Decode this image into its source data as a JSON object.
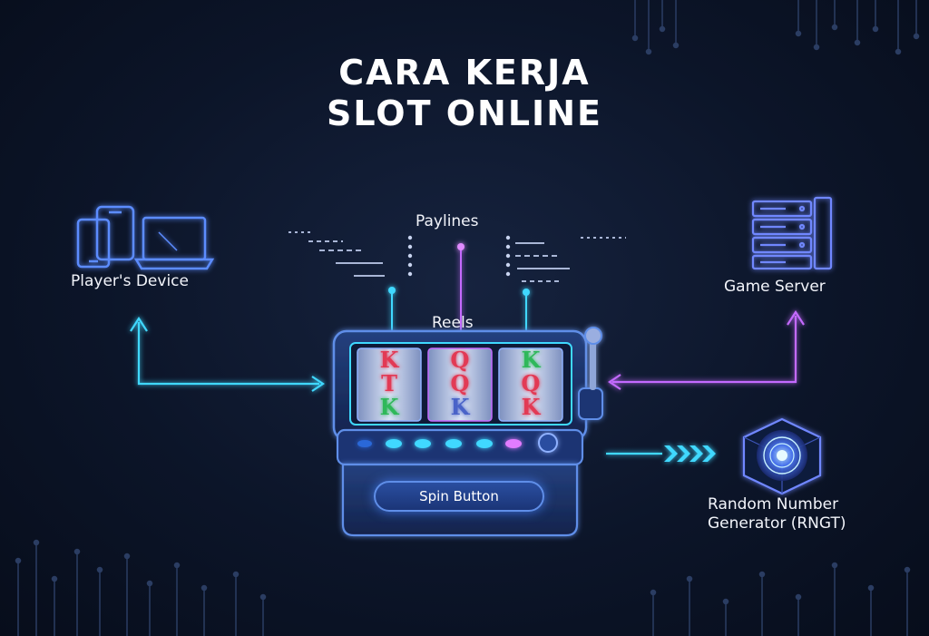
{
  "title": {
    "line1": "CARA KERJA",
    "line2": "SLOT ONLINE"
  },
  "labels": {
    "paylines": "Paylines",
    "reels": "Reels",
    "player_device": "Player's Device",
    "game_server": "Game Server",
    "rng_line1": "Random Number",
    "rng_line2": "Generator (RNGT)",
    "spin_button": "Spin Button"
  },
  "reels": [
    {
      "symbols": [
        "K",
        "T",
        "K"
      ],
      "colors": [
        "#e23a55",
        "#e23a55",
        "#2fb85a"
      ]
    },
    {
      "symbols": [
        "Q",
        "Q",
        "K"
      ],
      "colors": [
        "#e23a55",
        "#e23a55",
        "#4a63c8"
      ]
    },
    {
      "symbols": [
        "K",
        "Q",
        "K"
      ],
      "colors": [
        "#2fb85a",
        "#e23a55",
        "#e23a55"
      ]
    }
  ],
  "colors": {
    "cyan": "#3fd8ff",
    "magenta": "#c46bff",
    "blue": "#4f7dff"
  }
}
